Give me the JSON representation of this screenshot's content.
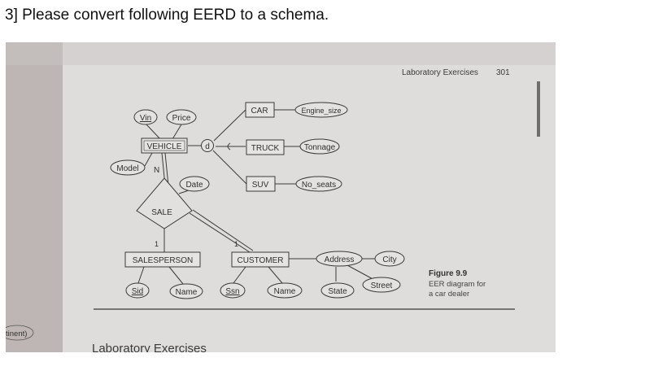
{
  "question": "3] Please convert following EERD to a schema.",
  "page_header": {
    "section": "Laboratory Exercises",
    "page": "301"
  },
  "figure_caption": {
    "label": "Figure 9.9",
    "line1": "EER diagram for",
    "line2": "a car dealer"
  },
  "entities": {
    "vehicle": "VEHICLE",
    "car": "CAR",
    "truck": "TRUCK",
    "suv": "SUV",
    "salesperson": "SALESPERSON",
    "customer": "CUSTOMER"
  },
  "relationship": {
    "sale": "SALE"
  },
  "attributes": {
    "vin": "Vin",
    "price": "Price",
    "model": "Model",
    "date": "Date",
    "engine_size": "Engine_size",
    "tonnage": "Tonnage",
    "no_seats": "No_seats",
    "sid": "Sid",
    "sp_name": "Name",
    "ssn": "Ssn",
    "cust_name": "Name",
    "address": "Address",
    "city": "City",
    "street": "Street",
    "state": "State"
  },
  "specialization": "d",
  "cardinality": {
    "vehicle_side": "N",
    "salesperson_side": "1",
    "customer_side": "1"
  },
  "bottom_text": "Laboratory Exercises",
  "margin_note": "tinent)",
  "colors": {
    "ink": "#3a3a3a",
    "page": "#dedcdb"
  }
}
